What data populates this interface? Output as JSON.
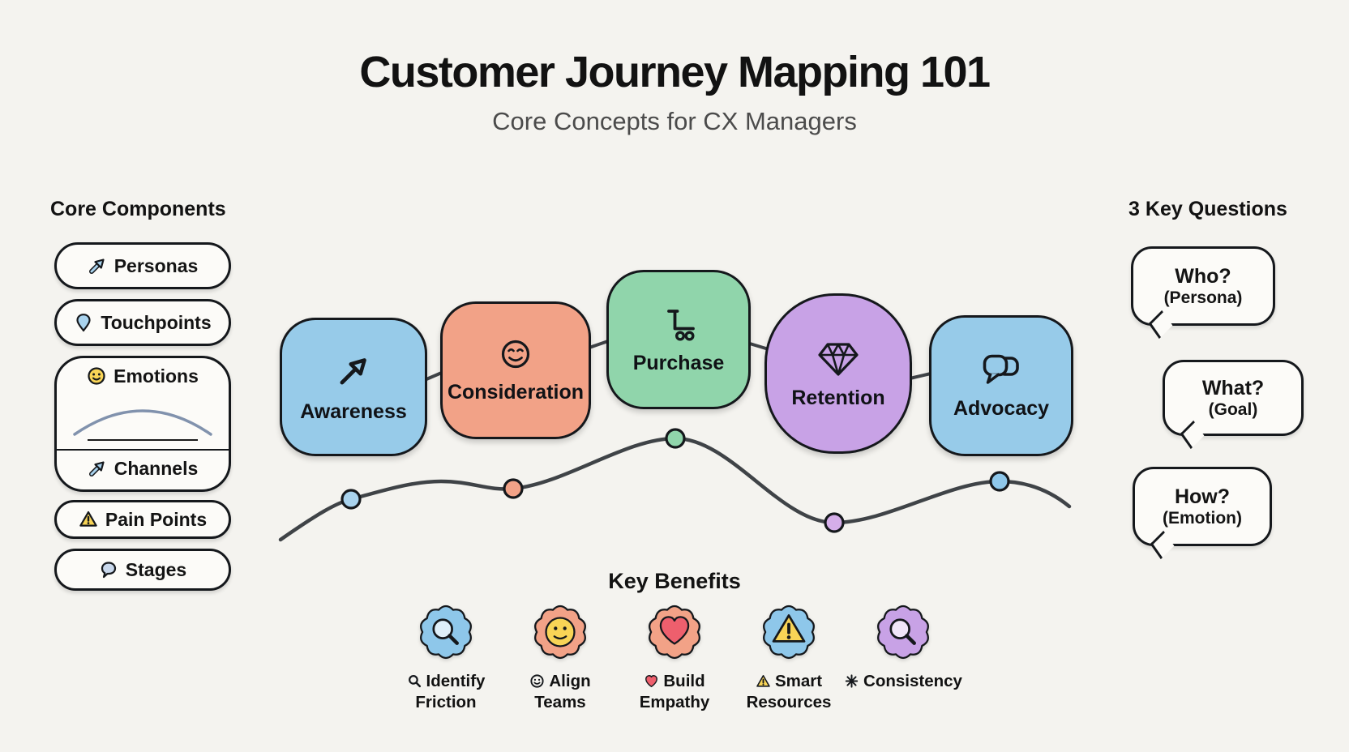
{
  "header": {
    "title": "Customer Journey Mapping 101",
    "subtitle": "Core Concepts for CX Managers"
  },
  "core_components": {
    "heading": "Core Components",
    "items": [
      {
        "label": "Personas",
        "icon": "arrow-up-right-icon"
      },
      {
        "label": "Touchpoints",
        "icon": "map-pin-icon"
      },
      {
        "label": "Emotions",
        "icon": "smiley-icon"
      },
      {
        "label": "Channels",
        "icon": "arrow-up-right-icon"
      },
      {
        "label": "Pain Points",
        "icon": "warning-icon"
      },
      {
        "label": "Stages",
        "icon": "speech-bubble-icon"
      }
    ]
  },
  "journey": {
    "stages": [
      {
        "label": "Awareness",
        "color": "#97cbe9",
        "icon": "arrow-up-right-icon"
      },
      {
        "label": "Consideration",
        "color": "#f2a287",
        "icon": "smiley-icon"
      },
      {
        "label": "Purchase",
        "color": "#90d5ab",
        "icon": "cart-icon"
      },
      {
        "label": "Retention",
        "color": "#c8a2e6",
        "icon": "diamond-icon"
      },
      {
        "label": "Advocacy",
        "color": "#97cbe9",
        "icon": "chat-bubbles-icon"
      }
    ],
    "curve_dot_colors": [
      "#a9d3ee",
      "#f2a287",
      "#90d5ab",
      "#d5aee9",
      "#8ec7ea"
    ]
  },
  "key_questions": {
    "heading": "3 Key Questions",
    "items": [
      {
        "question": "Who?",
        "focus": "(Persona)"
      },
      {
        "question": "What?",
        "focus": "(Goal)"
      },
      {
        "question": "How?",
        "focus": "(Emotion)"
      }
    ]
  },
  "key_benefits": {
    "heading": "Key Benefits",
    "items": [
      {
        "label": "Identify Friction",
        "badge_color": "#8ec7ea",
        "icon": "magnifier-icon"
      },
      {
        "label": "Align Teams",
        "badge_color": "#f2a287",
        "icon": "smiley-icon"
      },
      {
        "label": "Build Empathy",
        "badge_color": "#f2a287",
        "icon": "heart-icon"
      },
      {
        "label": "Smart Resources",
        "badge_color": "#8ec7ea",
        "icon": "warning-icon"
      },
      {
        "label": "Consistency",
        "badge_color": "#c8a2e6",
        "icon": "asterisk-icon"
      }
    ]
  },
  "colors": {
    "background": "#f4f3ef",
    "surface": "#fcfbf8",
    "outline": "#15181c",
    "curve_line": "#3f4347",
    "subtitle_text": "#4b4b4b",
    "icon_blue": "#a9d3ee",
    "icon_yellow": "#f8d456",
    "icon_red": "#ee5f6d",
    "emotion_arc": "#8192ad"
  }
}
